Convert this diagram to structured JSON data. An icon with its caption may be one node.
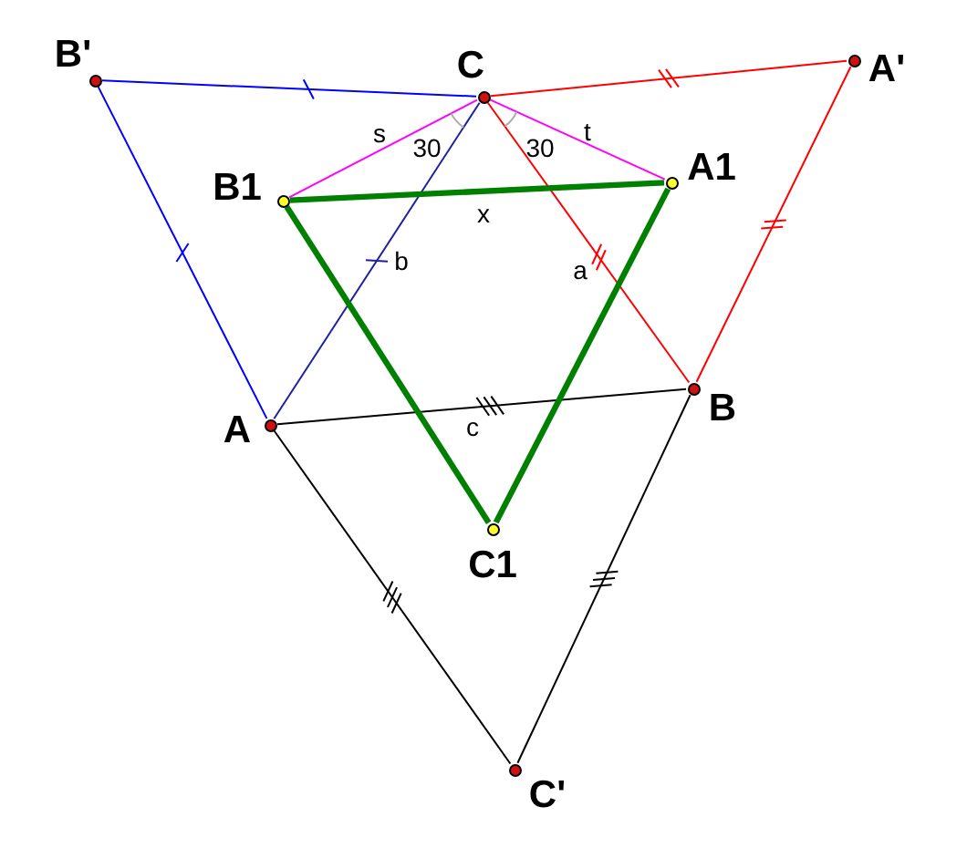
{
  "diagram": {
    "nodes": [
      {
        "text": [
          "B'"
        ]
      },
      {
        "text": [
          "C"
        ]
      },
      {
        "text": [
          "A'"
        ]
      },
      {
        "text": [
          "B1"
        ]
      },
      {
        "text": [
          "A1"
        ]
      },
      {
        "text": [
          "A"
        ]
      },
      {
        "text": [
          "B"
        ]
      },
      {
        "text": [
          "C1"
        ]
      },
      {
        "text": [
          "C'"
        ]
      }
    ],
    "edges": [
      {
        "from": 0,
        "to": 1,
        "arrow": "none",
        "color": "#0000ff"
      },
      {
        "from": 0,
        "to": 5,
        "arrow": "none",
        "color": "#0000ff"
      },
      {
        "from": 1,
        "to": 5,
        "arrow": "none",
        "label": "b",
        "color": "#2020a0"
      },
      {
        "from": 1,
        "to": 2,
        "arrow": "none",
        "color": "#ff0000"
      },
      {
        "from": 2,
        "to": 6,
        "arrow": "none",
        "color": "#ff0000"
      },
      {
        "from": 1,
        "to": 6,
        "arrow": "none",
        "label": "a",
        "color": "#ff0000"
      },
      {
        "from": 5,
        "to": 6,
        "arrow": "none",
        "label": "c",
        "color": "#000000"
      },
      {
        "from": 5,
        "to": 8,
        "arrow": "none",
        "color": "#000000"
      },
      {
        "from": 6,
        "to": 8,
        "arrow": "none",
        "color": "#000000"
      },
      {
        "from": 1,
        "to": 3,
        "arrow": "none",
        "label": "s",
        "color": "#ff00ff"
      },
      {
        "from": 1,
        "to": 4,
        "arrow": "none",
        "label": "t",
        "color": "#ff00ff"
      },
      {
        "from": 3,
        "to": 4,
        "arrow": "none",
        "label": "x",
        "style": "thick",
        "color": "#008000"
      },
      {
        "from": 3,
        "to": 7,
        "arrow": "none",
        "style": "thick",
        "color": "#008000"
      },
      {
        "from": 4,
        "to": 7,
        "arrow": "none",
        "style": "thick",
        "color": "#008000"
      }
    ],
    "labels": [
      "30",
      "30"
    ]
  }
}
